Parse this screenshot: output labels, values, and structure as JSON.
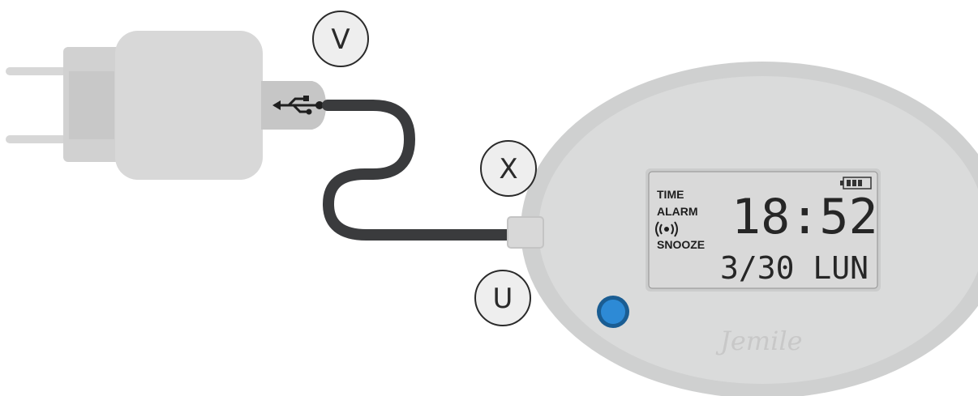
{
  "callouts": {
    "plug": "V",
    "connector": "X",
    "button": "U"
  },
  "lcd": {
    "labels": [
      "TIME",
      "ALARM",
      "SNOOZE"
    ],
    "time": "18:52",
    "date": "3/30 LUN"
  },
  "brand": "Jemile",
  "icons": {
    "usb": "usb-symbol-icon",
    "alarm": "alarm-signal-icon",
    "battery": "battery-icon"
  },
  "colors": {
    "cable": "#3a3b3d",
    "led": "#2d8ad6",
    "body": "#d4d5d5",
    "lcd_bg": "#d9d9d9"
  }
}
